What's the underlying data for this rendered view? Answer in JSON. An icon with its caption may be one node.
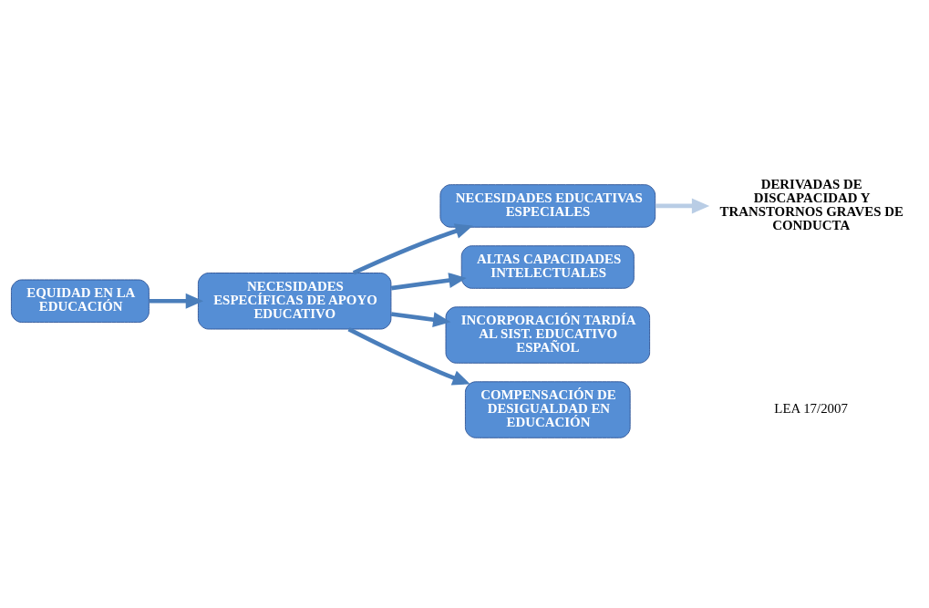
{
  "diagram": {
    "nodes": [
      {
        "text": [
          "EQUIDAD EN LA EDUCACIÓN"
        ]
      },
      {
        "text": [
          "NECESIDADES ESPECÍFICAS DE APOYO EDUCATIVO"
        ]
      },
      {
        "text": [
          "NECESIDADES EDUCATIVAS ESPECIALES"
        ]
      },
      {
        "text": [
          "ALTAS CAPACIDADES INTELECTUALES"
        ]
      },
      {
        "text": [
          "INCORPORACIÓN TARDÍA AL SIST. EDUCATIVO ESPAÑOL"
        ]
      },
      {
        "text": [
          "COMPENSACIÓN DE DESIGUALDAD EN EDUCACIÓN"
        ]
      },
      {
        "text": [
          "DERIVADAS DE DISCAPACIDAD Y TRANSTORNOS GRAVES DE CONDUCTA"
        ]
      }
    ],
    "edges": [
      {
        "from": 0,
        "to": 1,
        "arrow": "to"
      },
      {
        "from": 1,
        "to": 2,
        "arrow": "to"
      },
      {
        "from": 1,
        "to": 3,
        "arrow": "to"
      },
      {
        "from": 1,
        "to": 4,
        "arrow": "to"
      },
      {
        "from": 1,
        "to": 5,
        "arrow": "to"
      },
      {
        "from": 2,
        "to": 6,
        "arrow": "to",
        "color": "#b9cde5"
      }
    ],
    "labels": [
      "LEA 17/2007"
    ]
  }
}
